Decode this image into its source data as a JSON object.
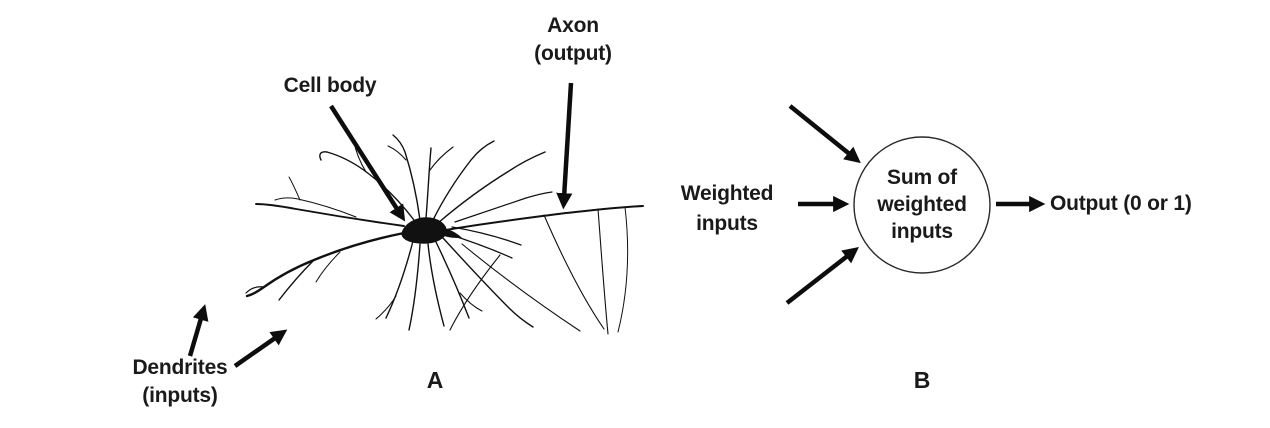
{
  "page": {
    "background": "#ffffff",
    "ink": "#1a1a1a"
  },
  "panel_a": {
    "panel_label": "A",
    "illustration_name": "biological-neuron-drawing",
    "cell_body_label": "Cell body",
    "axon_label_line1": "Axon",
    "axon_label_line2": "(output)",
    "dendrites_label_line1": "Dendrites",
    "dendrites_label_line2": "(inputs)"
  },
  "panel_b": {
    "panel_label": "B",
    "input_label_line1": "Weighted",
    "input_label_line2": "inputs",
    "node_label_line1": "Sum of",
    "node_label_line2": "weighted",
    "node_label_line3": "inputs",
    "output_label": "Output (0 or 1)"
  }
}
